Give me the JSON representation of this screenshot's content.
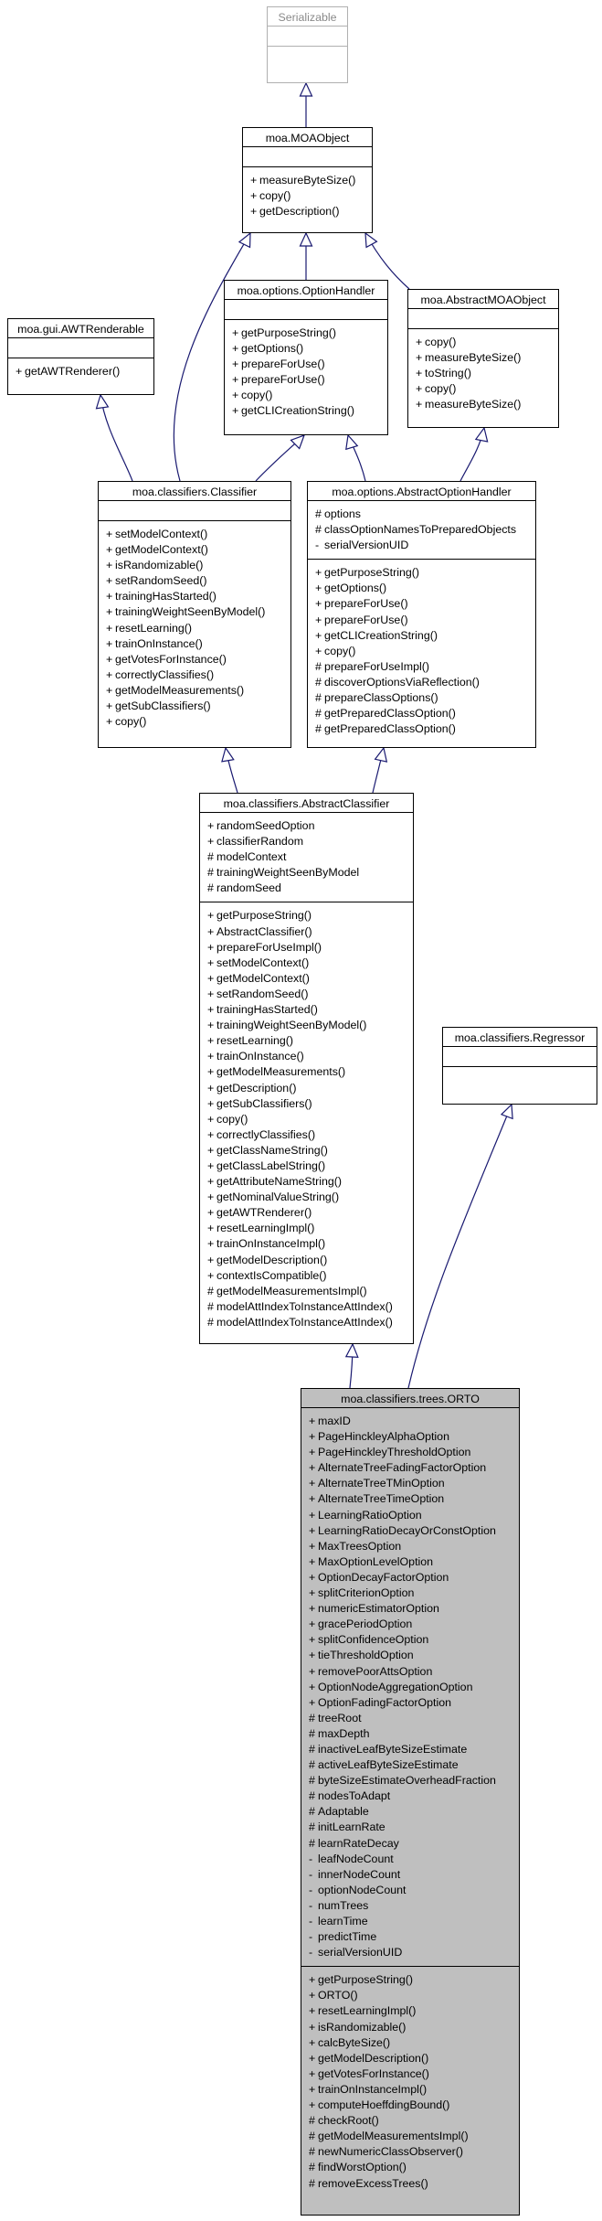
{
  "classes": {
    "serializable": {
      "name": "Serializable",
      "attributes": [],
      "operations": []
    },
    "moaObject": {
      "name": "moa.MOAObject",
      "attributes": [],
      "operations": [
        {
          "v": "+",
          "t": "measureByteSize()"
        },
        {
          "v": "+",
          "t": "copy()"
        },
        {
          "v": "+",
          "t": "getDescription()"
        }
      ]
    },
    "awtRenderable": {
      "name": "moa.gui.AWTRenderable",
      "attributes": [],
      "operations": [
        {
          "v": "+",
          "t": "getAWTRenderer()"
        }
      ]
    },
    "optionHandler": {
      "name": "moa.options.OptionHandler",
      "attributes": [],
      "operations": [
        {
          "v": "+",
          "t": "getPurposeString()"
        },
        {
          "v": "+",
          "t": "getOptions()"
        },
        {
          "v": "+",
          "t": "prepareForUse()"
        },
        {
          "v": "+",
          "t": "prepareForUse()"
        },
        {
          "v": "+",
          "t": "copy()"
        },
        {
          "v": "+",
          "t": "getCLICreationString()"
        }
      ]
    },
    "abstractMoaObject": {
      "name": "moa.AbstractMOAObject",
      "attributes": [],
      "operations": [
        {
          "v": "+",
          "t": "copy()"
        },
        {
          "v": "+",
          "t": "measureByteSize()"
        },
        {
          "v": "+",
          "t": "toString()"
        },
        {
          "v": "+",
          "t": "copy()"
        },
        {
          "v": "+",
          "t": "measureByteSize()"
        }
      ]
    },
    "classifier": {
      "name": "moa.classifiers.Classifier",
      "attributes": [],
      "operations": [
        {
          "v": "+",
          "t": "setModelContext()"
        },
        {
          "v": "+",
          "t": "getModelContext()"
        },
        {
          "v": "+",
          "t": "isRandomizable()"
        },
        {
          "v": "+",
          "t": "setRandomSeed()"
        },
        {
          "v": "+",
          "t": "trainingHasStarted()"
        },
        {
          "v": "+",
          "t": "trainingWeightSeenByModel()"
        },
        {
          "v": "+",
          "t": "resetLearning()"
        },
        {
          "v": "+",
          "t": "trainOnInstance()"
        },
        {
          "v": "+",
          "t": "getVotesForInstance()"
        },
        {
          "v": "+",
          "t": "correctlyClassifies()"
        },
        {
          "v": "+",
          "t": "getModelMeasurements()"
        },
        {
          "v": "+",
          "t": "getSubClassifiers()"
        },
        {
          "v": "+",
          "t": "copy()"
        }
      ]
    },
    "abstractOptionHandler": {
      "name": "moa.options.AbstractOptionHandler",
      "attributes": [
        {
          "v": "#",
          "t": "options"
        },
        {
          "v": "#",
          "t": "classOptionNamesToPreparedObjects"
        },
        {
          "v": "-",
          "t": "serialVersionUID"
        }
      ],
      "operations": [
        {
          "v": "+",
          "t": "getPurposeString()"
        },
        {
          "v": "+",
          "t": "getOptions()"
        },
        {
          "v": "+",
          "t": "prepareForUse()"
        },
        {
          "v": "+",
          "t": "prepareForUse()"
        },
        {
          "v": "+",
          "t": "getCLICreationString()"
        },
        {
          "v": "+",
          "t": "copy()"
        },
        {
          "v": "#",
          "t": "prepareForUseImpl()"
        },
        {
          "v": "#",
          "t": "discoverOptionsViaReflection()"
        },
        {
          "v": "#",
          "t": "prepareClassOptions()"
        },
        {
          "v": "#",
          "t": "getPreparedClassOption()"
        },
        {
          "v": "#",
          "t": "getPreparedClassOption()"
        }
      ]
    },
    "abstractClassifier": {
      "name": "moa.classifiers.AbstractClassifier",
      "attributes": [
        {
          "v": "+",
          "t": "randomSeedOption"
        },
        {
          "v": "+",
          "t": "classifierRandom"
        },
        {
          "v": "#",
          "t": "modelContext"
        },
        {
          "v": "#",
          "t": "trainingWeightSeenByModel"
        },
        {
          "v": "#",
          "t": "randomSeed"
        }
      ],
      "operations": [
        {
          "v": "+",
          "t": "getPurposeString()"
        },
        {
          "v": "+",
          "t": "AbstractClassifier()"
        },
        {
          "v": "+",
          "t": "prepareForUseImpl()"
        },
        {
          "v": "+",
          "t": "setModelContext()"
        },
        {
          "v": "+",
          "t": "getModelContext()"
        },
        {
          "v": "+",
          "t": "setRandomSeed()"
        },
        {
          "v": "+",
          "t": "trainingHasStarted()"
        },
        {
          "v": "+",
          "t": "trainingWeightSeenByModel()"
        },
        {
          "v": "+",
          "t": "resetLearning()"
        },
        {
          "v": "+",
          "t": "trainOnInstance()"
        },
        {
          "v": "+",
          "t": "getModelMeasurements()"
        },
        {
          "v": "+",
          "t": "getDescription()"
        },
        {
          "v": "+",
          "t": "getSubClassifiers()"
        },
        {
          "v": "+",
          "t": "copy()"
        },
        {
          "v": "+",
          "t": "correctlyClassifies()"
        },
        {
          "v": "+",
          "t": "getClassNameString()"
        },
        {
          "v": "+",
          "t": "getClassLabelString()"
        },
        {
          "v": "+",
          "t": "getAttributeNameString()"
        },
        {
          "v": "+",
          "t": "getNominalValueString()"
        },
        {
          "v": "+",
          "t": "getAWTRenderer()"
        },
        {
          "v": "+",
          "t": "resetLearningImpl()"
        },
        {
          "v": "+",
          "t": "trainOnInstanceImpl()"
        },
        {
          "v": "+",
          "t": "getModelDescription()"
        },
        {
          "v": "+",
          "t": "contextIsCompatible()"
        },
        {
          "v": "#",
          "t": "getModelMeasurementsImpl()"
        },
        {
          "v": "#",
          "t": "modelAttIndexToInstanceAttIndex()"
        },
        {
          "v": "#",
          "t": "modelAttIndexToInstanceAttIndex()"
        }
      ]
    },
    "regressor": {
      "name": "moa.classifiers.Regressor",
      "attributes": [],
      "operations": []
    },
    "orto": {
      "name": "moa.classifiers.trees.ORTO",
      "attributes": [
        {
          "v": "+",
          "t": "maxID"
        },
        {
          "v": "+",
          "t": "PageHinckleyAlphaOption"
        },
        {
          "v": "+",
          "t": "PageHinckleyThresholdOption"
        },
        {
          "v": "+",
          "t": "AlternateTreeFadingFactorOption"
        },
        {
          "v": "+",
          "t": "AlternateTreeTMinOption"
        },
        {
          "v": "+",
          "t": "AlternateTreeTimeOption"
        },
        {
          "v": "+",
          "t": "LearningRatioOption"
        },
        {
          "v": "+",
          "t": "LearningRatioDecayOrConstOption"
        },
        {
          "v": "+",
          "t": "MaxTreesOption"
        },
        {
          "v": "+",
          "t": "MaxOptionLevelOption"
        },
        {
          "v": "+",
          "t": "OptionDecayFactorOption"
        },
        {
          "v": "+",
          "t": "splitCriterionOption"
        },
        {
          "v": "+",
          "t": "numericEstimatorOption"
        },
        {
          "v": "+",
          "t": "gracePeriodOption"
        },
        {
          "v": "+",
          "t": "splitConfidenceOption"
        },
        {
          "v": "+",
          "t": "tieThresholdOption"
        },
        {
          "v": "+",
          "t": "removePoorAttsOption"
        },
        {
          "v": "+",
          "t": "OptionNodeAggregationOption"
        },
        {
          "v": "+",
          "t": "OptionFadingFactorOption"
        },
        {
          "v": "#",
          "t": "treeRoot"
        },
        {
          "v": "#",
          "t": "maxDepth"
        },
        {
          "v": "#",
          "t": "inactiveLeafByteSizeEstimate"
        },
        {
          "v": "#",
          "t": "activeLeafByteSizeEstimate"
        },
        {
          "v": "#",
          "t": "byteSizeEstimateOverheadFraction"
        },
        {
          "v": "#",
          "t": "nodesToAdapt"
        },
        {
          "v": "#",
          "t": "Adaptable"
        },
        {
          "v": "#",
          "t": "initLearnRate"
        },
        {
          "v": "#",
          "t": "learnRateDecay"
        },
        {
          "v": "-",
          "t": "leafNodeCount"
        },
        {
          "v": "-",
          "t": "innerNodeCount"
        },
        {
          "v": "-",
          "t": "optionNodeCount"
        },
        {
          "v": "-",
          "t": "numTrees"
        },
        {
          "v": "-",
          "t": "learnTime"
        },
        {
          "v": "-",
          "t": "predictTime"
        },
        {
          "v": "-",
          "t": "serialVersionUID"
        }
      ],
      "operations": [
        {
          "v": "+",
          "t": "getPurposeString()"
        },
        {
          "v": "+",
          "t": "ORTO()"
        },
        {
          "v": "+",
          "t": "resetLearningImpl()"
        },
        {
          "v": "+",
          "t": "isRandomizable()"
        },
        {
          "v": "+",
          "t": "calcByteSize()"
        },
        {
          "v": "+",
          "t": "getModelDescription()"
        },
        {
          "v": "+",
          "t": "getVotesForInstance()"
        },
        {
          "v": "+",
          "t": "trainOnInstanceImpl()"
        },
        {
          "v": "+",
          "t": "computeHoeffdingBound()"
        },
        {
          "v": "#",
          "t": "checkRoot()"
        },
        {
          "v": "#",
          "t": "getModelMeasurementsImpl()"
        },
        {
          "v": "#",
          "t": "newNumericClassObserver()"
        },
        {
          "v": "#",
          "t": "findWorstOption()"
        },
        {
          "v": "#",
          "t": "removeExcessTrees()"
        }
      ]
    }
  },
  "colors": {
    "edge": "#191970",
    "focus_fill": "#bfbfbf",
    "external_border": "#b0b0b0"
  }
}
